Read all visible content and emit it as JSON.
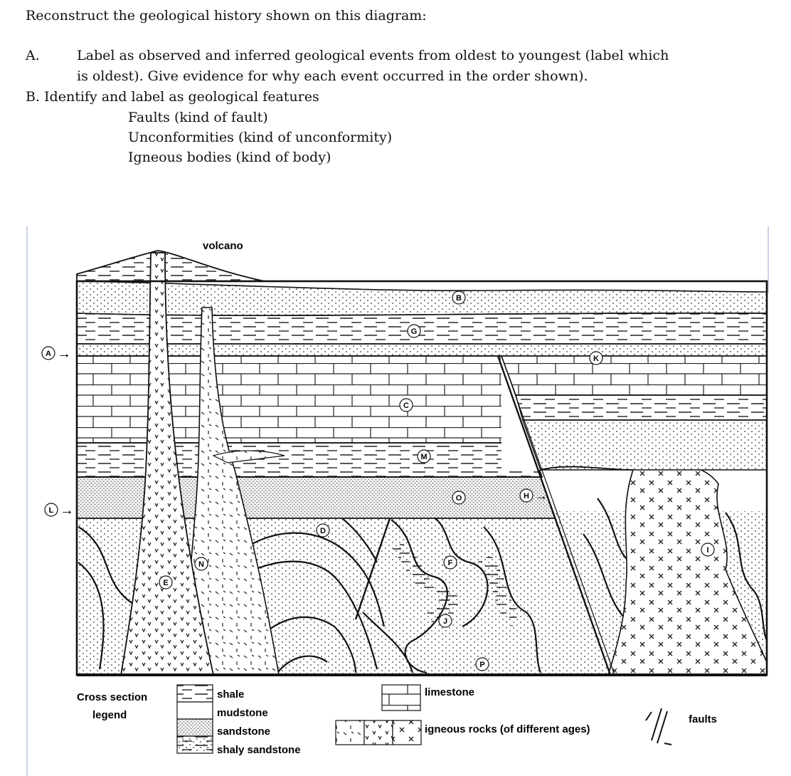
{
  "instructions": {
    "heading": "Reconstruct the geological history shown on this diagram:",
    "partA_marker": "A.",
    "partA_line1": "Label as observed and inferred geological events from oldest to youngest (label which",
    "partA_line2": "is oldest).  Give evidence for why each event occurred in the order shown).",
    "partB": "B.  Identify and label as geological features",
    "items": [
      "Faults (kind of fault)",
      "Unconformities (kind of unconformity)",
      "Igneous bodies (kind of body)"
    ]
  },
  "diagram": {
    "volcano_label": "volcano",
    "side_labels": {
      "A": "A",
      "L": "L"
    },
    "arrow_glyph": "→",
    "labels": {
      "B": "B",
      "G": "G",
      "K": "K",
      "C": "C",
      "M": "M",
      "O": "O",
      "H": "H",
      "D": "D",
      "N": "N",
      "E": "E",
      "F": "F",
      "J": "J",
      "I": "I",
      "P": "P"
    },
    "legend": {
      "title_line1": "Cross section",
      "title_line2": "legend",
      "shale": "shale",
      "mudstone": "mudstone",
      "sandstone": "sandstone",
      "shaly_sandstone": "shaly sandstone",
      "limestone": "limestone",
      "igneous": "igneous rocks (of different ages)",
      "faults": "faults"
    }
  }
}
